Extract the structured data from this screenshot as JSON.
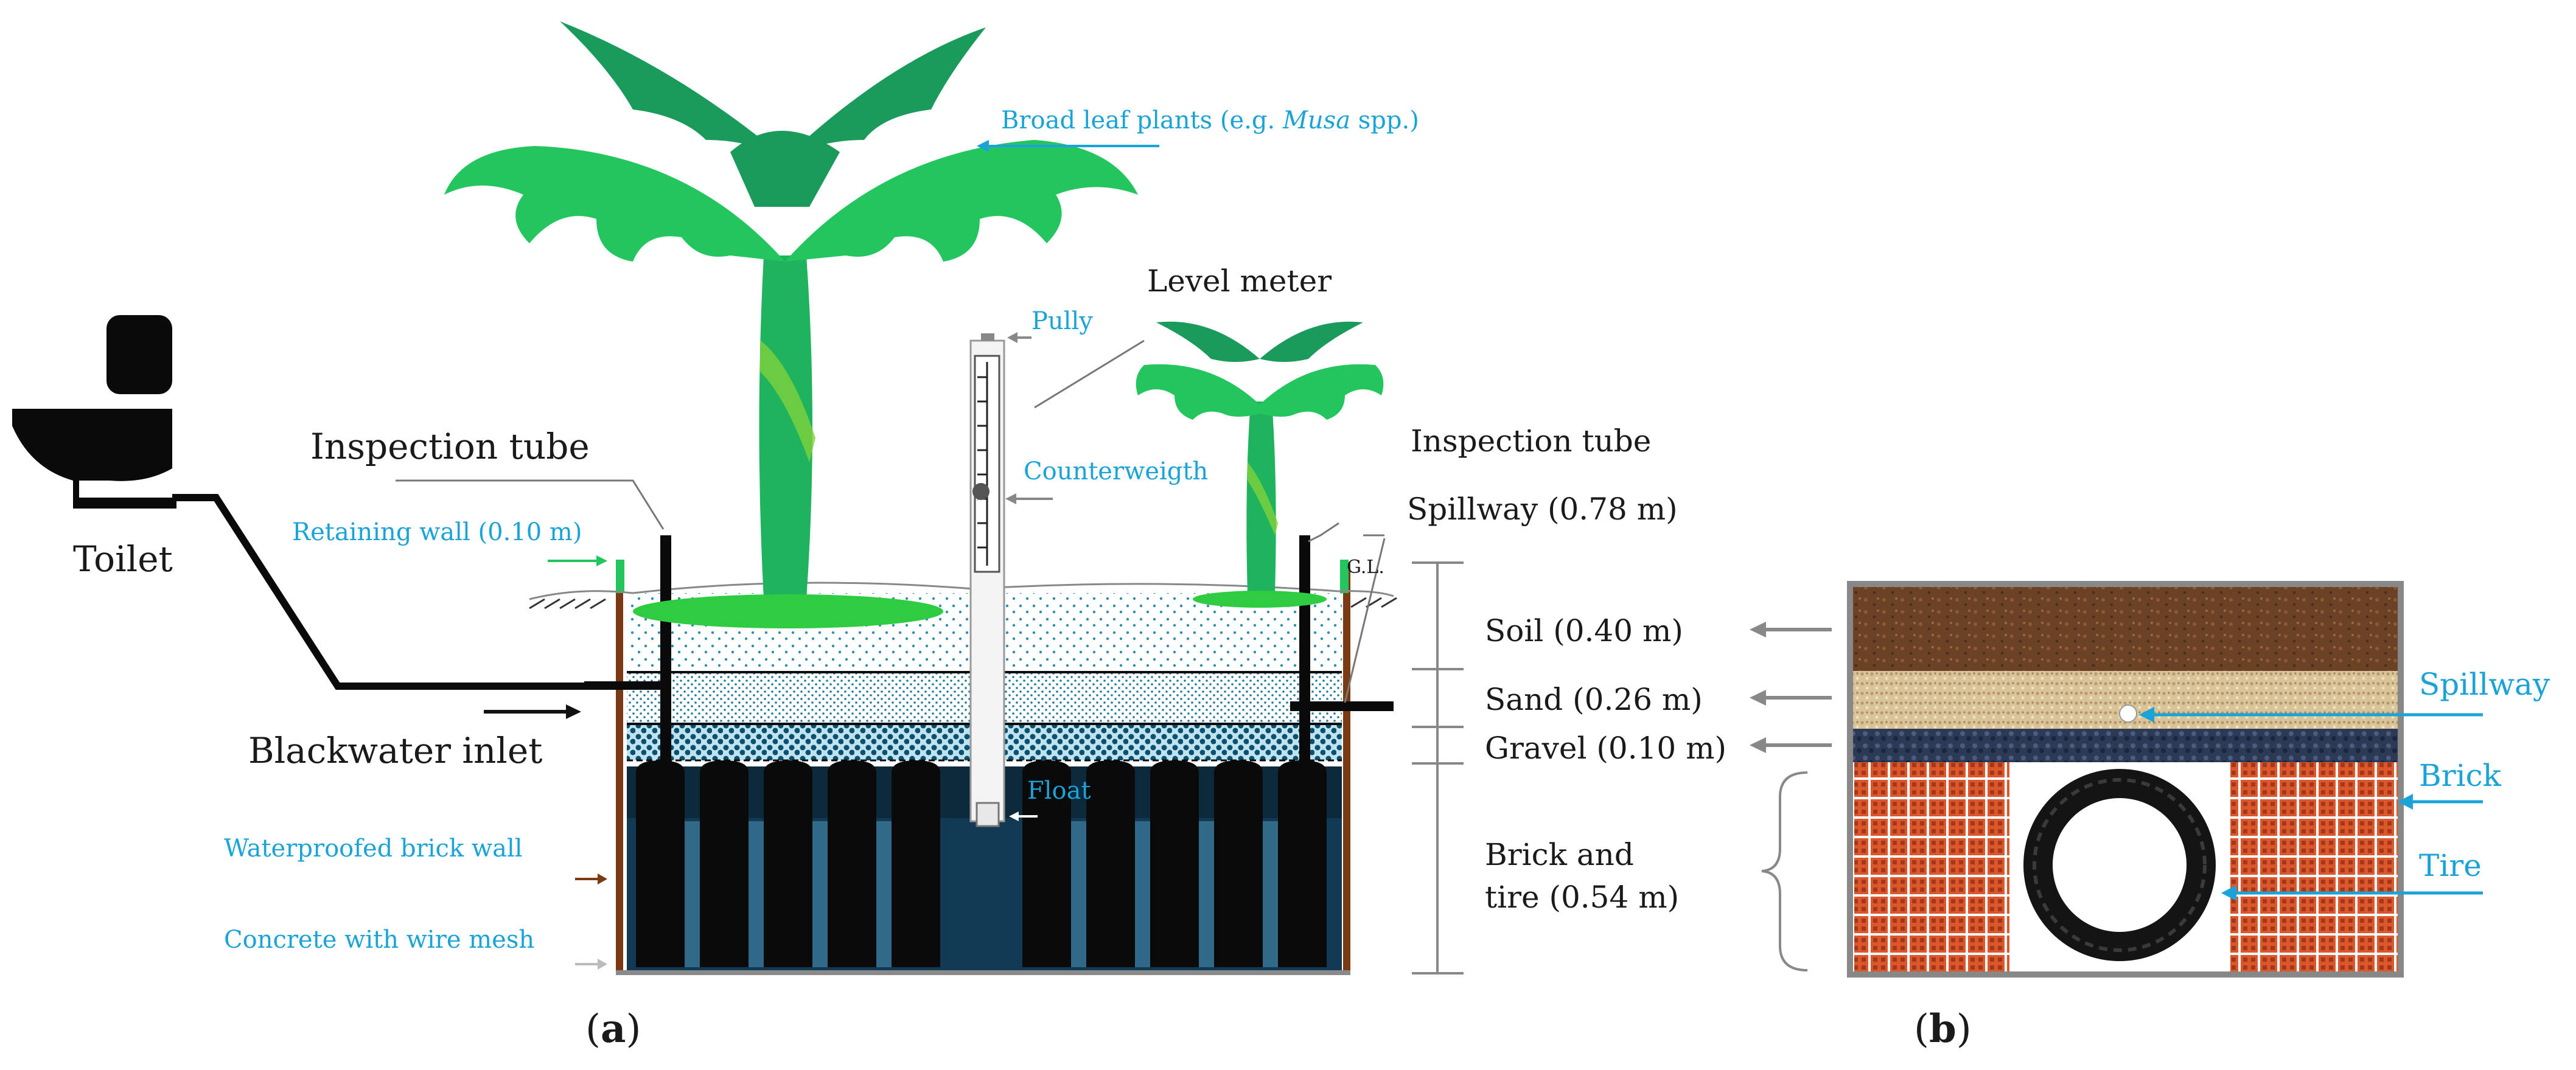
{
  "panel_a": {
    "caption_letter": "a",
    "broad_leaf_prefix": "Broad leaf plants (e.g. ",
    "broad_leaf_genus": "Musa",
    "broad_leaf_suffix": " spp.)",
    "level_meter": "Level meter",
    "pully": "Pully",
    "counterweight": "Counterweigth",
    "float": "Float",
    "inspection_tube_left": "Inspection tube",
    "inspection_tube_right": "Inspection tube",
    "toilet": "Toilet",
    "retaining_wall": "Retaining wall (0.10 m)",
    "spillway": "Spillway (0.78 m)",
    "ground_level": "G.L.",
    "blackwater_inlet": "Blackwater inlet",
    "waterproofed_wall": "Waterproofed brick wall",
    "concrete": "Concrete with wire mesh",
    "soil": "Soil (0.40 m)",
    "sand": "Sand (0.26 m)",
    "gravel": "Gravel (0.10 m)",
    "brick_tire_line1": "Brick and",
    "brick_tire_line2": "tire (0.54 m)"
  },
  "panel_b": {
    "caption_letter": "b",
    "spillway": "Spillway",
    "brick": "Brick",
    "tire": "Tire"
  },
  "colors": {
    "label_accent": "#1aa3d9",
    "plant_green": "#22c55e",
    "tank_water": "#0d2a3d",
    "brick": "#d9572b",
    "soil": "#6b4226"
  }
}
